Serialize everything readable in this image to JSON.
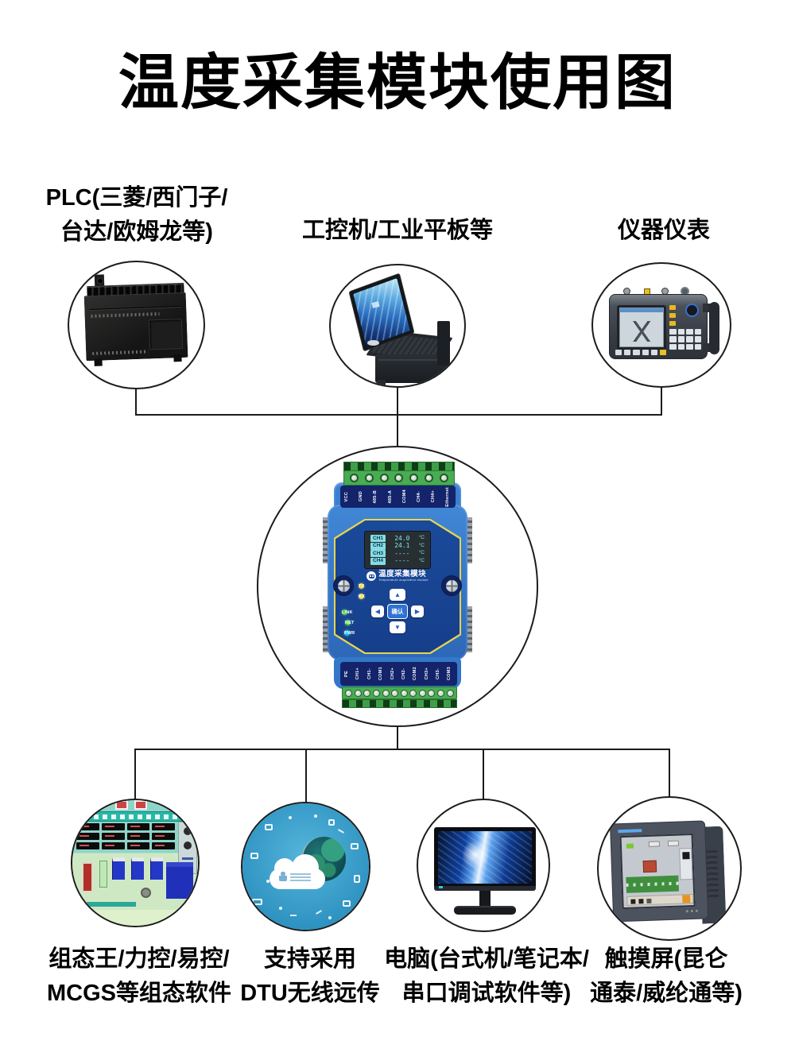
{
  "title": "温度采集模块使用图",
  "top_groups": [
    {
      "line1": "PLC(三菱/西门子/",
      "line2": "台达/欧姆龙等)"
    },
    {
      "line1": "工控机/工业平板等"
    },
    {
      "line1": "仪器仪表"
    }
  ],
  "module": {
    "top_terminals": [
      "VCC",
      "GND",
      "485-B",
      "485-A",
      "COM4",
      "CH4-",
      "CH4+"
    ],
    "ethernet_label": "Ethernet",
    "display": [
      {
        "ch": "CH1",
        "value": "24.0",
        "unit": "°C"
      },
      {
        "ch": "CH2",
        "value": "24.1",
        "unit": "°C"
      },
      {
        "ch": "CH3",
        "value": "----",
        "unit": "°C"
      },
      {
        "ch": "CH4",
        "value": "----",
        "unit": "°C"
      }
    ],
    "logo_text": "温度采集模块",
    "logo_subtext": "Temperature acquisition module",
    "leds": [
      "TX",
      "RX",
      "LINK",
      "NET",
      "PWR"
    ],
    "dpad": {
      "up": "▲",
      "left": "◀",
      "ok": "确认",
      "right": "▶",
      "down": "▼"
    },
    "bottom_terminals": [
      "PE",
      "CH1+",
      "CH1-",
      "COM1",
      "CH2+",
      "CH2-",
      "COM2",
      "CH3+",
      "CH3-",
      "COM3"
    ]
  },
  "bottom_groups": [
    {
      "line1": "组态王/力控/易控/",
      "line2": "MCGS等组态软件"
    },
    {
      "line1": "支持采用",
      "line2": "DTU无线远传"
    },
    {
      "line1": "电脑(台式机/笔记本/",
      "line2": "串口调试软件等)"
    },
    {
      "line1": "触摸屏(昆仑",
      "line2": "通泰/威纶通等)"
    }
  ],
  "colors": {
    "line": "#1b1b1b",
    "module_blue": "#3b7fd2",
    "panel_navy": "#1a4a9b",
    "label_navy": "#13246b",
    "panel_border_yellow": "#e8d44d",
    "terminal_green": "#49ab52",
    "lcd_text_cyan": "#7ce8ec",
    "led_yellow": "#ecd92e",
    "led_green": "#41d42e",
    "led_cyan": "#00c8e8"
  }
}
